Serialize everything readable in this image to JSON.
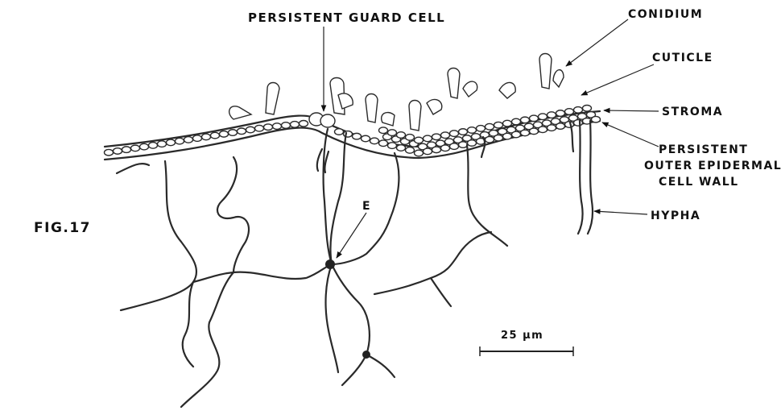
{
  "figure": {
    "fig_label": "FIG.17",
    "labels": {
      "persistent_guard_cell": "PERSISTENT GUARD CELL",
      "conidium": "CONIDIUM",
      "cuticle": "CUTICLE",
      "stroma": "STROMA",
      "persistent_wall_1": "PERSISTENT",
      "persistent_wall_2": "OUTER EPIDERMAL",
      "persistent_wall_3": "CELL WALL",
      "hypha": "HYPHA",
      "e_label": "E"
    },
    "scale_bar": {
      "label": "25 µm"
    }
  }
}
